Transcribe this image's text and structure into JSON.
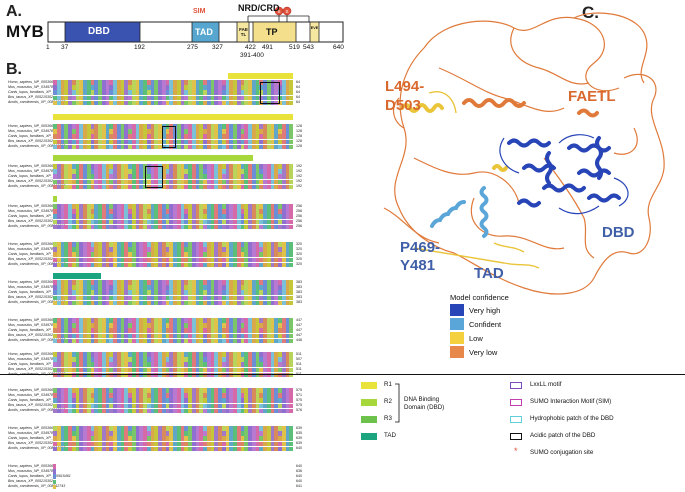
{
  "panelA": {
    "letter": "A.",
    "gene": "MYB",
    "domains": {
      "dbd": "DBD",
      "tad": "TAD",
      "faetl": "FAETL",
      "tp": "TP",
      "eve": "EVE"
    },
    "top_labels": {
      "sim": "SIM",
      "nrd": "NRD/CRD"
    },
    "sumo_marks": [
      "S",
      "S"
    ],
    "ticks": [
      "1",
      "37",
      "192",
      "275",
      "327",
      "422",
      "491",
      "519",
      "543",
      "640"
    ],
    "sub_tick": "391-400"
  },
  "panelB": {
    "letter": "B.",
    "species": [
      "Homo_sapiens_NP_005366",
      "Mus_musculus_NP_034978",
      "Canis_lupus_familiaris_XP_005615461",
      "Bos_taurus_XP_005215302",
      "Anolis_carolinensis_XP_008112743"
    ],
    "blocks": [
      {
        "ends": [
          "64",
          "64",
          "64",
          "64",
          "64"
        ]
      },
      {
        "ends": [
          "128",
          "128",
          "128",
          "128",
          "128"
        ]
      },
      {
        "ends": [
          "192",
          "192",
          "192",
          "192",
          "192"
        ]
      },
      {
        "ends": [
          "256",
          "256",
          "256",
          "256",
          "256"
        ]
      },
      {
        "ends": [
          "320",
          "320",
          "320",
          "320",
          "320"
        ]
      },
      {
        "ends": [
          "383",
          "383",
          "383",
          "383",
          "383"
        ]
      },
      {
        "ends": [
          "447",
          "447",
          "447",
          "447",
          "446"
        ]
      },
      {
        "ends": [
          "511",
          "507",
          "511",
          "511",
          "511"
        ]
      },
      {
        "ends": [
          "575",
          "571",
          "575",
          "575",
          "576"
        ]
      },
      {
        "ends": [
          "639",
          "635",
          "639",
          "639",
          "640"
        ]
      },
      {
        "ends": [
          "640",
          "636",
          "640",
          "640",
          "641"
        ]
      }
    ],
    "legend": {
      "r1": "R1",
      "r2": "R2",
      "r3": "R3",
      "dbd_group": "DNA Binding Domain (DBD)",
      "tad": "TAD",
      "lxxll": "LxxLL motif",
      "sim": "SUMO Interaction Motif (SIM)",
      "hydro": "Hydrophobic patch of the DBD",
      "acidic": "Acidic patch of the DBD",
      "sumo": "SUMO conjugation site"
    }
  },
  "panelC": {
    "letter": "C.",
    "labels": {
      "l494": "L494-",
      "d503": "D503",
      "faetl": "FAETL",
      "dbd": "DBD",
      "p469": "P469-",
      "y481": "Y481",
      "tad": "TAD"
    },
    "confidence_title": "Model confidence",
    "confidence": [
      {
        "label": "Very high",
        "color": "#2845b8"
      },
      {
        "label": "Confident",
        "color": "#5aa6d8"
      },
      {
        "label": "Low",
        "color": "#f4d03f"
      },
      {
        "label": "Very low",
        "color": "#e8874a"
      }
    ]
  },
  "colors": {
    "dbd": "#3a52b0",
    "tad": "#57a6cf",
    "faetl": "#f6e7a0",
    "tp": "#f4e08c",
    "sim_text": "#e0533a",
    "sumo": "#e0533a",
    "r1": "#e8e23a",
    "r2": "#a6d83c",
    "r3": "#6cc24a",
    "tad_bar": "#1aa57e",
    "lxxll": "#7b4bc0",
    "sim_box": "#c33fb0",
    "hydro": "#5fd0d8",
    "label_orange": "#d9692e",
    "label_blue": "#3f5fa8"
  }
}
